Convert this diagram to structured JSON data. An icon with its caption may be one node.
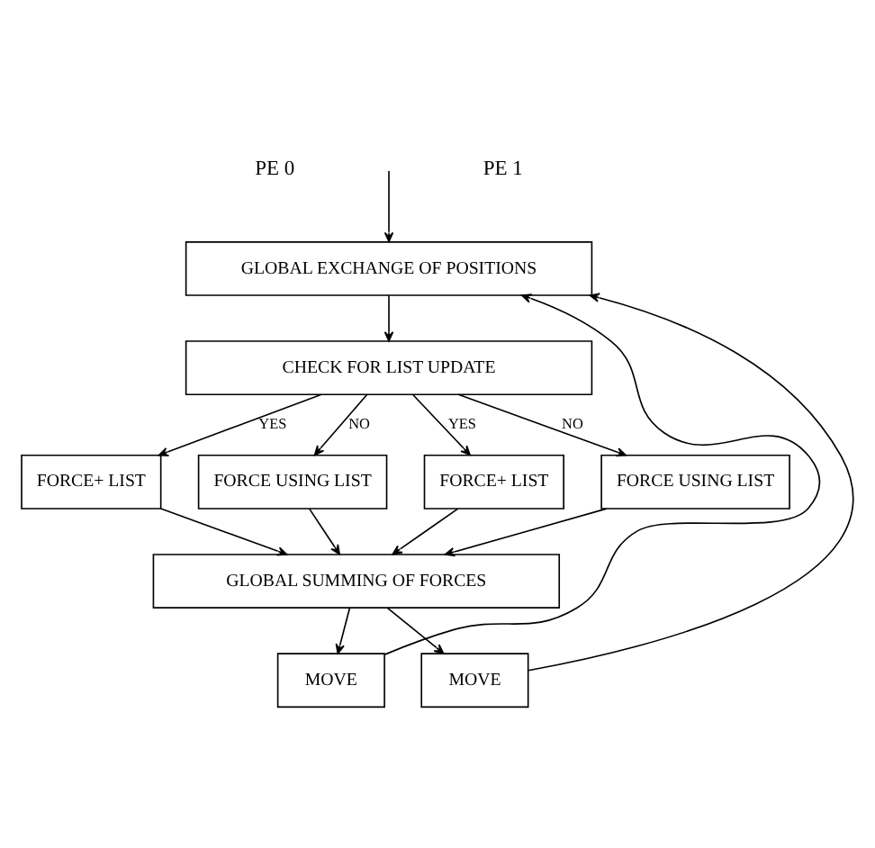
{
  "diagram": {
    "nodes": [
      {
        "text": [
          "GLOBAL EXCHANGE OF POSITIONS"
        ]
      },
      {
        "text": [
          "CHECK FOR LIST UPDATE"
        ]
      },
      {
        "text": [
          "FORCE+ LIST"
        ]
      },
      {
        "text": [
          "FORCE USING LIST"
        ]
      },
      {
        "text": [
          "FORCE+ LIST"
        ]
      },
      {
        "text": [
          "FORCE USING LIST"
        ]
      },
      {
        "text": [
          "GLOBAL SUMMING OF FORCES"
        ]
      },
      {
        "text": [
          "MOVE"
        ]
      },
      {
        "text": [
          "MOVE"
        ]
      }
    ],
    "edges": [
      {
        "from": null,
        "to": 0,
        "arrow": "to"
      },
      {
        "from": 0,
        "to": 1,
        "arrow": "to"
      },
      {
        "from": 1,
        "to": 2,
        "arrow": "to",
        "label": "YES"
      },
      {
        "from": 1,
        "to": 3,
        "arrow": "to",
        "label": "NO"
      },
      {
        "from": 1,
        "to": 4,
        "arrow": "to",
        "label": "YES"
      },
      {
        "from": 1,
        "to": 5,
        "arrow": "to",
        "label": "NO"
      },
      {
        "from": 2,
        "to": 6,
        "arrow": "to"
      },
      {
        "from": 3,
        "to": 6,
        "arrow": "to"
      },
      {
        "from": 4,
        "to": 6,
        "arrow": "to"
      },
      {
        "from": 5,
        "to": 6,
        "arrow": "to"
      },
      {
        "from": 6,
        "to": 7,
        "arrow": "to"
      },
      {
        "from": 6,
        "to": 8,
        "arrow": "to"
      },
      {
        "from": 7,
        "to": 0,
        "arrow": "to"
      },
      {
        "from": 8,
        "to": 0,
        "arrow": "to"
      }
    ],
    "labels": [
      "PE 0",
      "PE 1"
    ]
  }
}
